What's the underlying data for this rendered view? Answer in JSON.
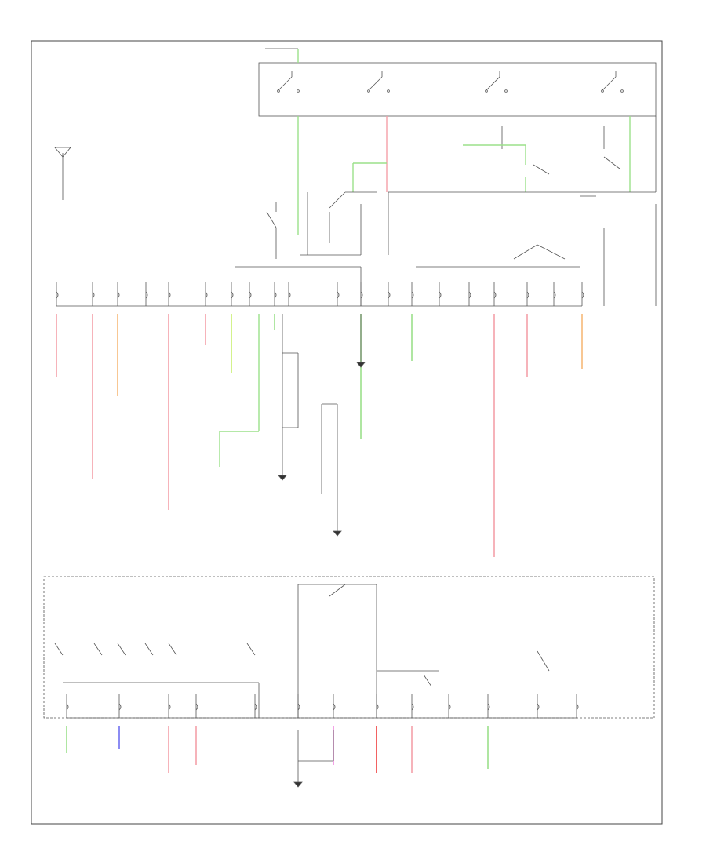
{
  "footer": {
    "code": ""
  },
  "colors": {
    "frame": "#444444",
    "wire": "#555555",
    "pink": "#f4a0a8",
    "green": "#9be08a",
    "orange": "#f7b978",
    "blue": "#6f6ff0",
    "red": "#ee3a3a",
    "magenta": "#f08be0",
    "yellow_green": "#c8ee70"
  },
  "top_box": {
    "switches": 4
  },
  "upper_fuse_row": {
    "fuse_count": 20
  },
  "lower_box": {
    "switches": 7,
    "fuse_count": 13
  },
  "colored_wires": [
    {
      "section": "upper",
      "color": "pink",
      "column": 1
    },
    {
      "section": "upper",
      "color": "pink",
      "column": 2
    },
    {
      "section": "upper",
      "color": "orange",
      "column": 3
    },
    {
      "section": "upper",
      "color": "pink",
      "column": 5
    },
    {
      "section": "upper",
      "color": "pink",
      "column": 6
    },
    {
      "section": "upper",
      "color": "yellow_green",
      "column": 7
    },
    {
      "section": "upper",
      "color": "green",
      "column": 9
    },
    {
      "section": "upper",
      "color": "green",
      "column": 12
    },
    {
      "section": "upper",
      "color": "green",
      "column": 14
    },
    {
      "section": "upper",
      "color": "pink",
      "column": 17
    },
    {
      "section": "upper",
      "color": "pink",
      "column": 18
    },
    {
      "section": "upper",
      "color": "orange",
      "column": 20
    },
    {
      "section": "lower",
      "color": "green",
      "column": 1
    },
    {
      "section": "lower",
      "color": "blue",
      "column": 2
    },
    {
      "section": "lower",
      "color": "pink",
      "column": 3
    },
    {
      "section": "lower",
      "color": "pink",
      "column": 4
    },
    {
      "section": "lower",
      "color": "magenta",
      "column": 7
    },
    {
      "section": "lower",
      "color": "red",
      "column": 8
    },
    {
      "section": "lower",
      "color": "pink",
      "column": 9
    },
    {
      "section": "lower",
      "color": "green",
      "column": 11
    }
  ]
}
